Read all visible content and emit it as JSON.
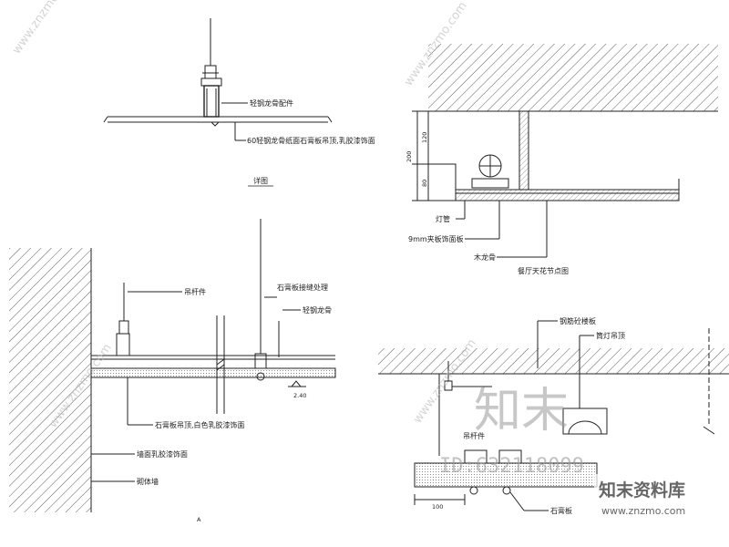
{
  "detail_1": {
    "label_profile": "轻钢龙骨配件",
    "label_board": "60轻钢龙骨纸面石膏板吊顶,乳胶漆饰面",
    "title": "详图"
  },
  "detail_2": {
    "label_dim_total": "200",
    "label_dim_a": "120",
    "label_dim_b": "80",
    "label_lamp": "灯管",
    "label_board": "9mm夹板饰面板",
    "label_plank": "木龙骨",
    "title": "餐厅天花节点图"
  },
  "detail_3": {
    "label_rod": "吊杆件",
    "label_gypsum_joint": "石膏板接缝处理",
    "label_keel": "轻钢龙骨",
    "label_level": "2.40",
    "label_ceiling": "石膏板吊顶,白色乳胶漆饰面",
    "label_wall_finish": "墙面乳胶漆饰面",
    "label_wall": "砌体墙",
    "title": "A"
  },
  "detail_4": {
    "label_slab": "钢筋砼楼板",
    "label_light": "筒灯吊顶",
    "label_rod": "吊杆件",
    "label_gypsum": "石膏板",
    "label_dim": "100"
  },
  "watermark": {
    "site_text": "www.znzmo.com",
    "big_text": "知末",
    "id_text": "ID:632118099",
    "logo_cn": "知末资料库",
    "logo_url": "www.znzmo.com"
  }
}
